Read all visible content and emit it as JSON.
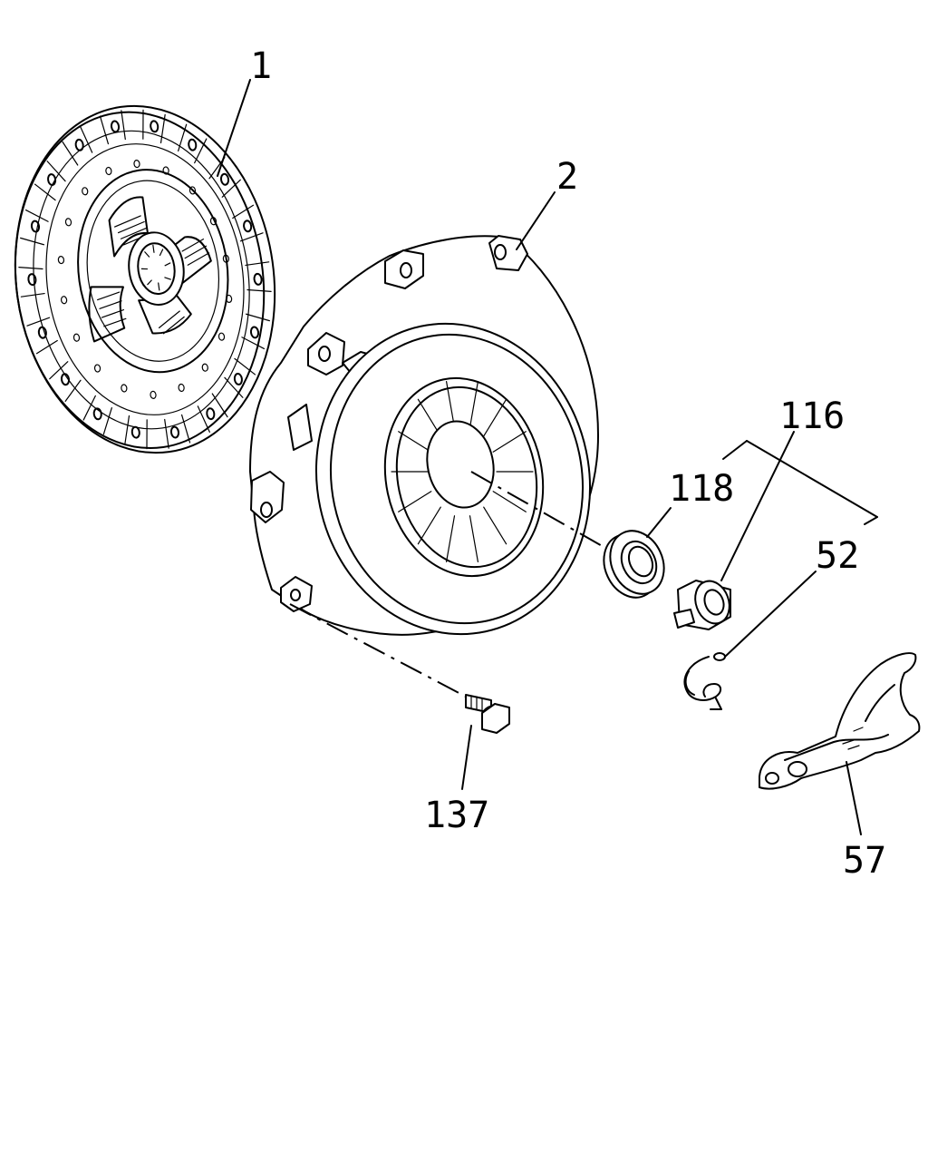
{
  "callouts": {
    "clutch_disc": "1",
    "pressure_plate": "2",
    "bearing_assembly": "116",
    "release_bearing": "118",
    "clip": "52",
    "bolt": "137",
    "release_fork": "57"
  }
}
